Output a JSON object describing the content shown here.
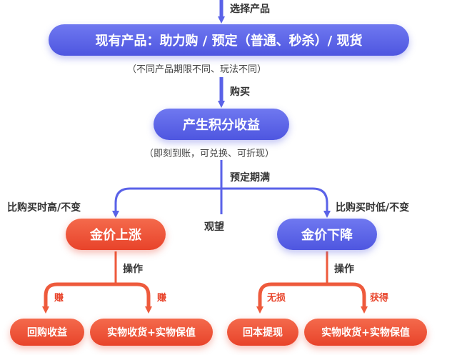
{
  "flow": {
    "top_edge_label": "选择产品",
    "products_node": "现有产品：助力购 / 预定（普通、秒杀）/ 现货",
    "products_note": "（不同产品期限不同、玩法不同）",
    "buy_edge_label": "购买",
    "points_node": "产生积分收益",
    "points_note": "（即刻到账，可兑换、可折现）",
    "maturity_label": "预定期满",
    "left_condition": "比购买时高/不变",
    "right_condition": "比购买时低/不变",
    "middle_label": "观望",
    "gold_up_node": "金价上涨",
    "gold_down_node": "金价下降",
    "left_operate_label": "操作",
    "right_operate_label": "操作",
    "earn_label_1": "赚",
    "earn_label_2": "赚",
    "no_loss_label": "无损",
    "gain_label": "获得",
    "outcome_buyback": "回购收益",
    "outcome_physical_left": "实物收货+实物保值",
    "outcome_principal": "回本提现",
    "outcome_physical_right": "实物收货+实物保值"
  },
  "colors": {
    "blue": "#5a62e8",
    "red": "#e8432a",
    "line_blue": "#5a62e8",
    "line_red": "#ee5a3c"
  }
}
